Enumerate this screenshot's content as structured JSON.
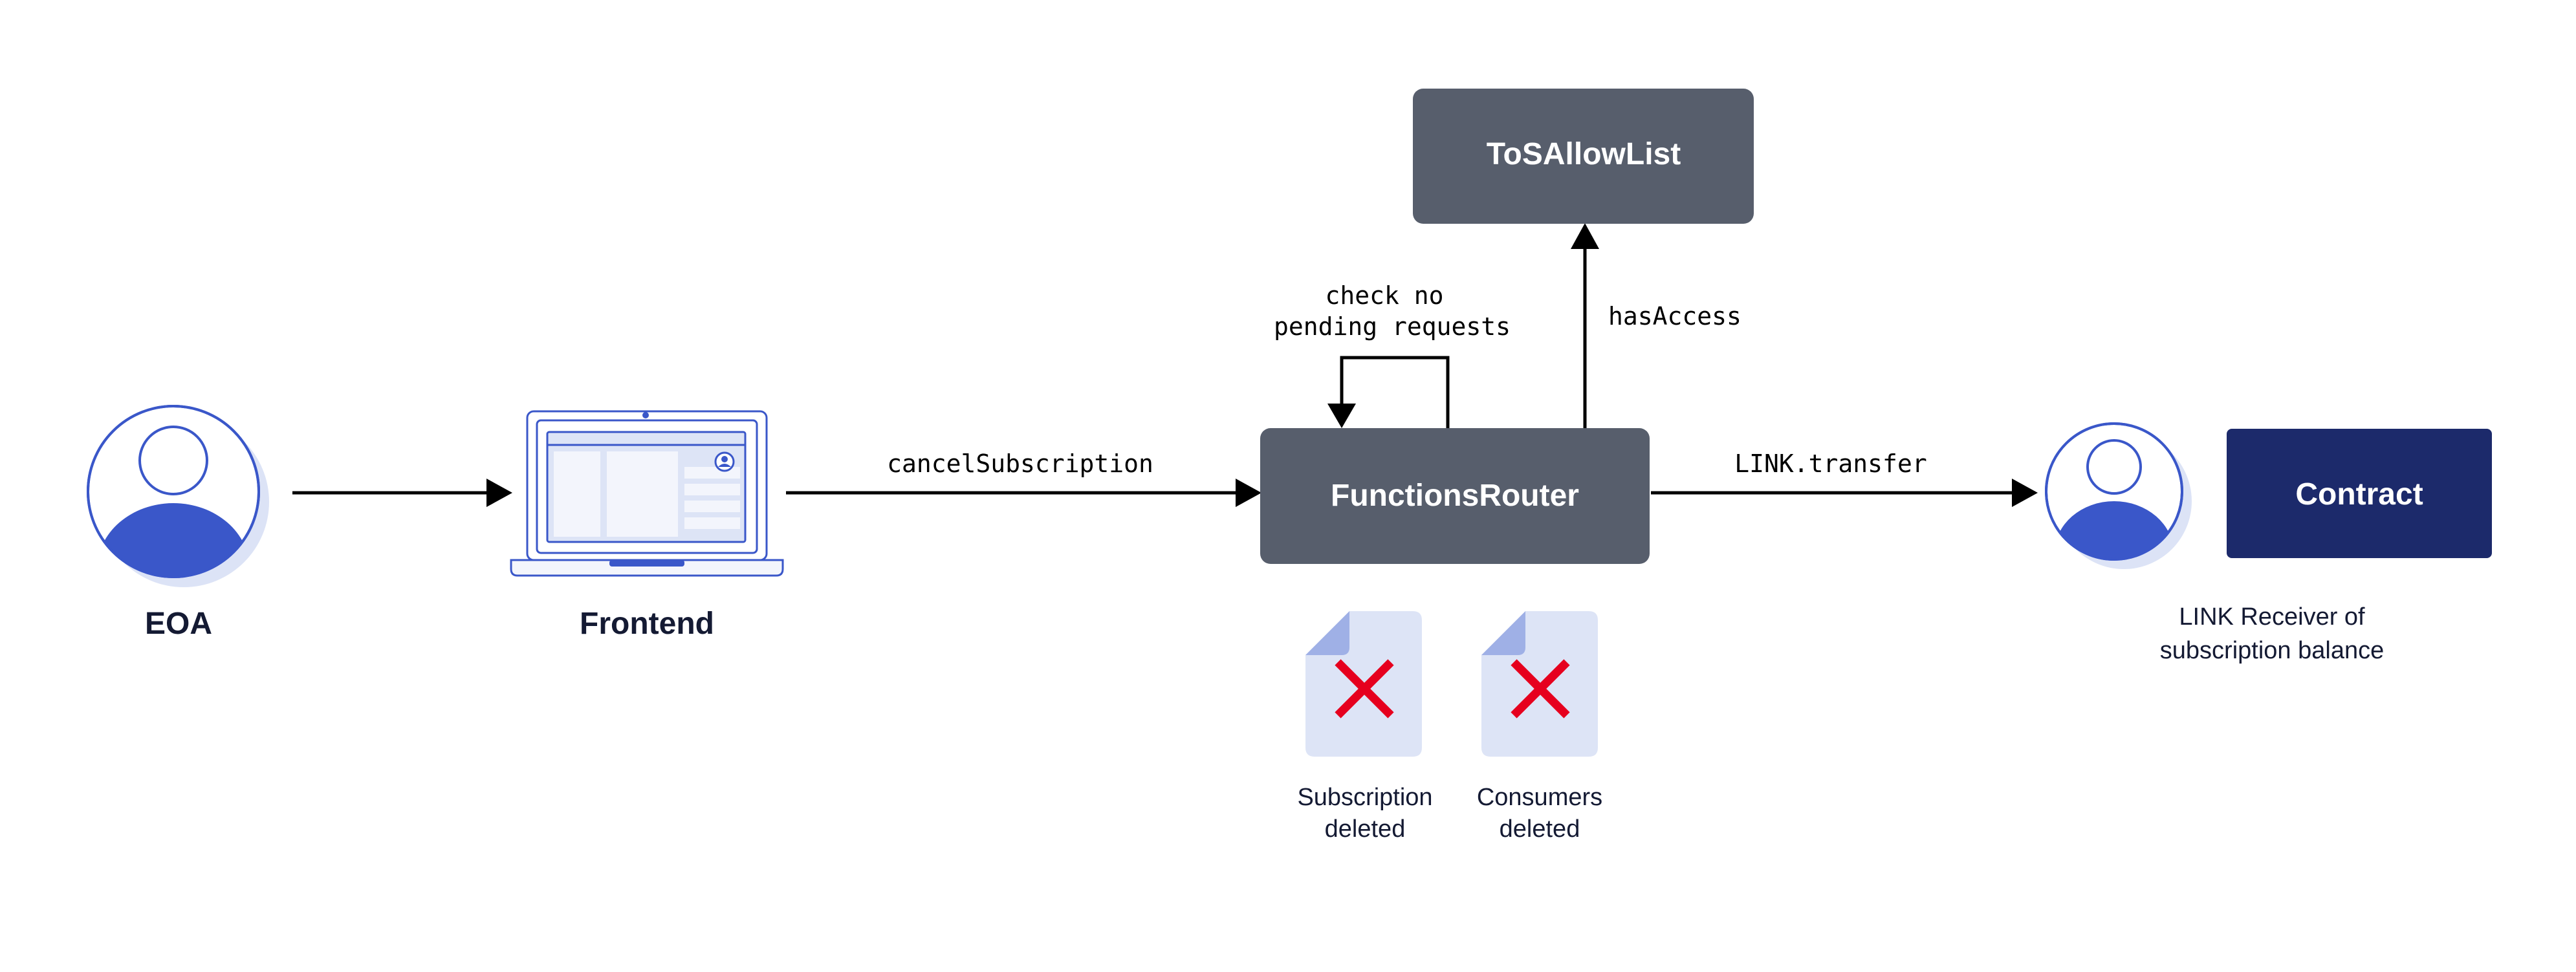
{
  "nodes": {
    "eoa": {
      "label": "EOA",
      "icon": "user-avatar-icon"
    },
    "frontend": {
      "label": "Frontend",
      "icon": "laptop-icon"
    },
    "router": {
      "label": "FunctionsRouter"
    },
    "allowlist": {
      "label": "ToSAllowList"
    },
    "contract": {
      "label": "Contract"
    },
    "receiver": {
      "caption_line1": "LINK Receiver of",
      "caption_line2": "subscription balance",
      "icon": "user-avatar-icon"
    }
  },
  "edges": {
    "cancel": {
      "label": "cancelSubscription"
    },
    "transfer": {
      "label": "LINK.transfer"
    },
    "has_access": {
      "label": "hasAccess"
    },
    "self_check": {
      "line1": "check no",
      "line2": "pending requests"
    }
  },
  "docs": [
    {
      "line1": "Subscription",
      "line2": "deleted",
      "icon": "deleted-document-icon"
    },
    {
      "line1": "Consumers",
      "line2": "deleted",
      "icon": "deleted-document-icon"
    }
  ],
  "colors": {
    "box_gray": "#575e6c",
    "contract_navy": "#1c2a6b",
    "avatar_blue": "#3a57c9",
    "avatar_shadow": "#dce3f6",
    "outline_blue": "#3a57c9",
    "doc_fill": "#dde4f6",
    "doc_fold": "#9fb0e6",
    "x_red": "#e6001e",
    "text_dark": "#141a33"
  }
}
